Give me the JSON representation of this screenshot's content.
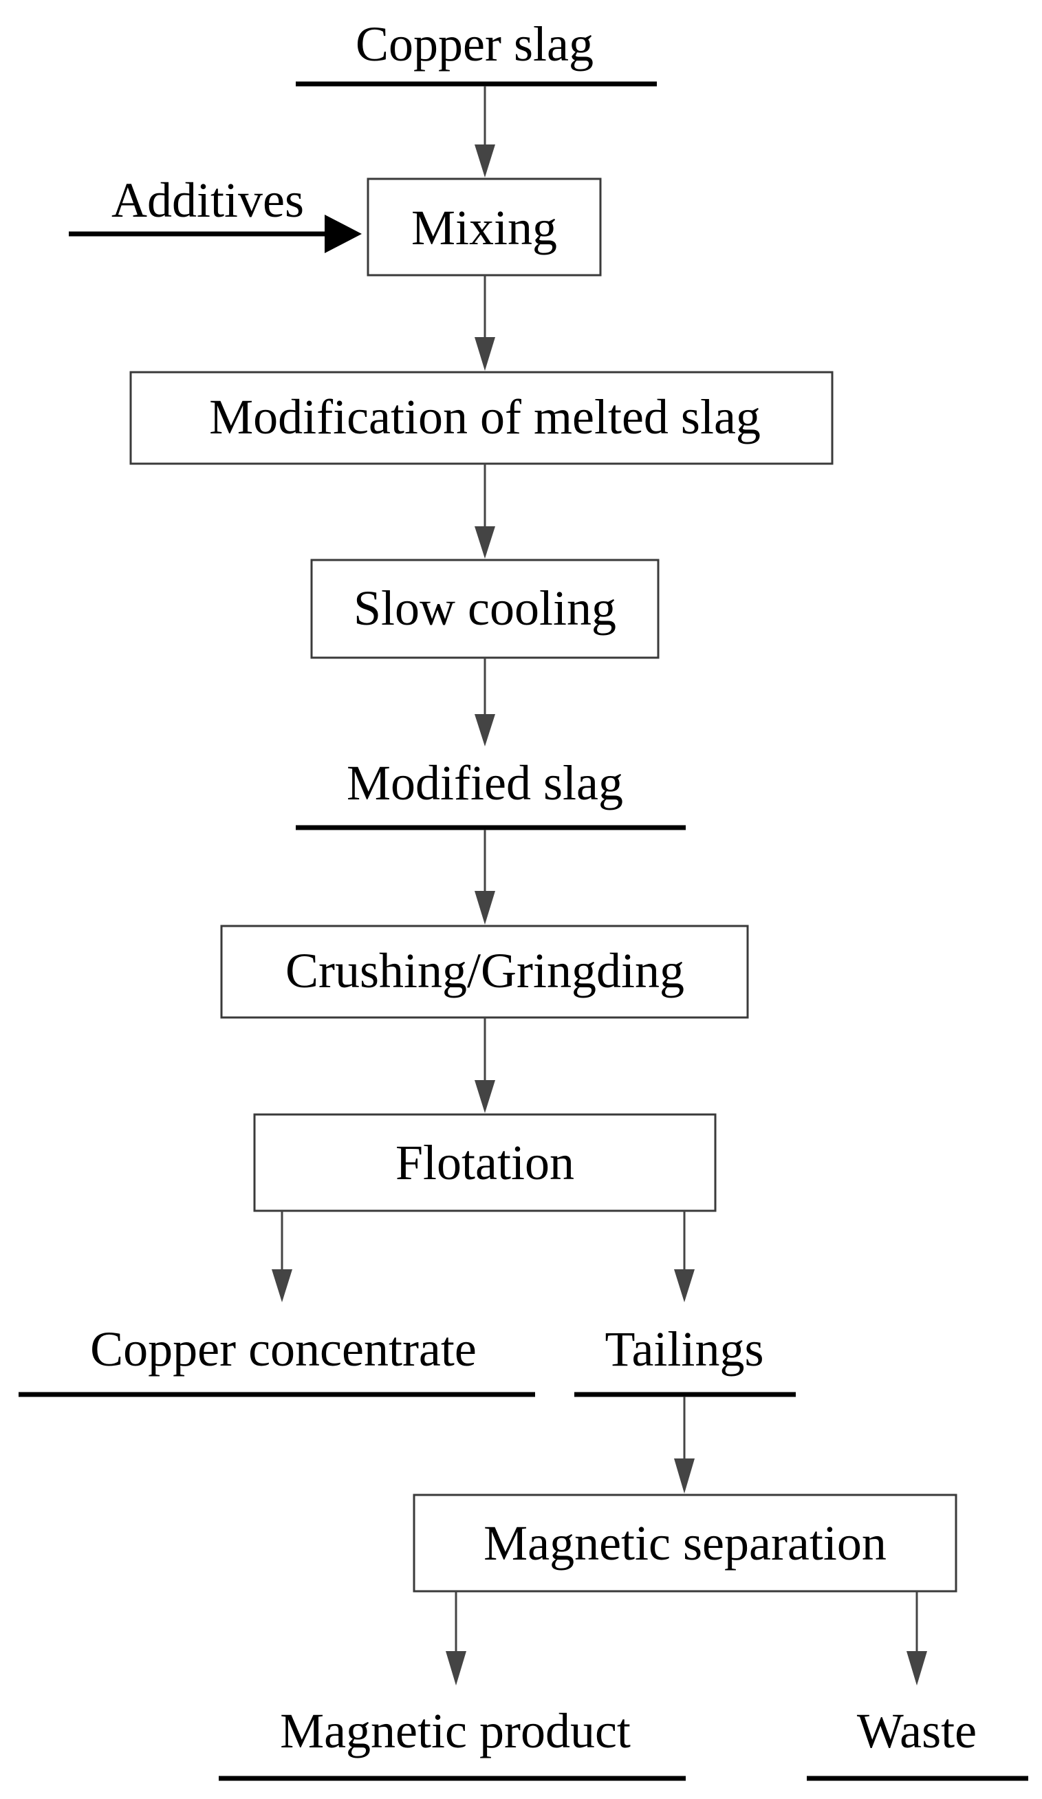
{
  "diagram": {
    "type": "process-flowchart",
    "colors": {
      "text": "#000000",
      "connector": "#444444",
      "box_border": "#3a3a3a",
      "background": "#ffffff"
    },
    "nodes": {
      "copper_slag": "Copper slag",
      "additives": "Additives",
      "mixing": "Mixing",
      "modification": "Modification of melted slag",
      "slow_cooling": "Slow cooling",
      "modified_slag": "Modified slag",
      "crushing": "Crushing/Gringding",
      "flotation": "Flotation",
      "copper_concentrate": "Copper concentrate",
      "tailings": "Tailings",
      "magnetic_separation": "Magnetic separation",
      "magnetic_product": "Magnetic product",
      "waste": "Waste"
    },
    "edges": [
      [
        "copper_slag",
        "mixing"
      ],
      [
        "additives",
        "mixing"
      ],
      [
        "mixing",
        "modification"
      ],
      [
        "modification",
        "slow_cooling"
      ],
      [
        "slow_cooling",
        "modified_slag"
      ],
      [
        "modified_slag",
        "crushing"
      ],
      [
        "crushing",
        "flotation"
      ],
      [
        "flotation",
        "copper_concentrate"
      ],
      [
        "flotation",
        "tailings"
      ],
      [
        "tailings",
        "magnetic_separation"
      ],
      [
        "magnetic_separation",
        "magnetic_product"
      ],
      [
        "magnetic_separation",
        "waste"
      ]
    ]
  }
}
